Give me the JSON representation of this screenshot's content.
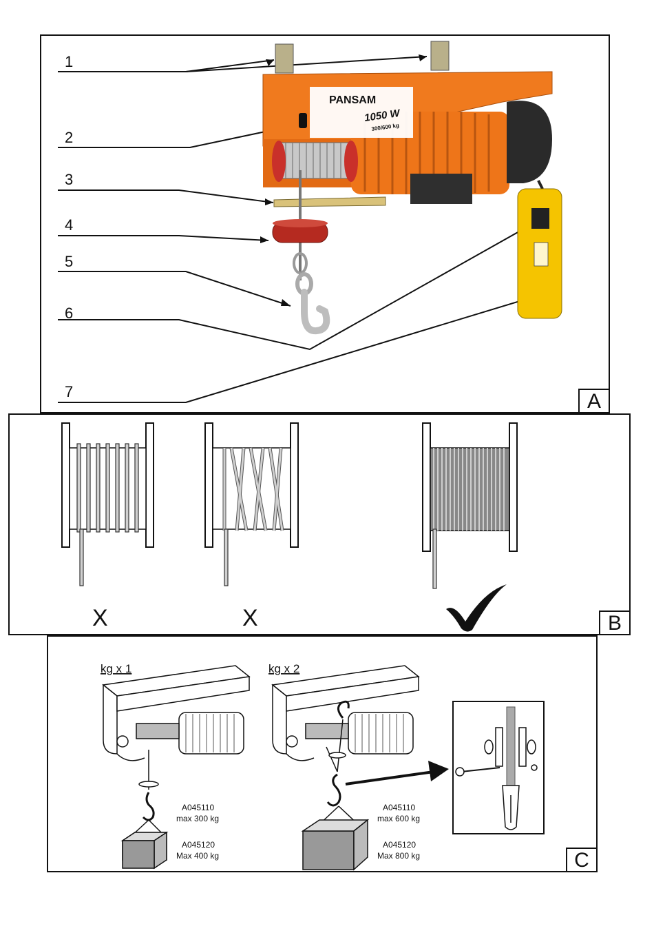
{
  "panels": {
    "a": {
      "letter": "A",
      "callouts": [
        "1",
        "2",
        "3",
        "4",
        "5",
        "6",
        "7"
      ],
      "hoist_brand": "PANSAM",
      "hoist_power": "1050 W",
      "hoist_capacity": "300/600 kg",
      "colors": {
        "body": "#f07a1e",
        "motor_cap": "#2a2a2a",
        "pendant": "#f5c400",
        "stopper": "#b52a20",
        "hook": "#c9c9c9"
      }
    },
    "b": {
      "letter": "B",
      "marks": [
        "X",
        "X"
      ],
      "correct_mark": "check-mark"
    },
    "c": {
      "letter": "C",
      "left": {
        "heading": "kg x 1",
        "model1": "A045110",
        "max1": "max 300 kg",
        "model2": "A045120",
        "max2": "Max 400 kg"
      },
      "right": {
        "heading": "kg x 2",
        "model1": "A045110",
        "max1": "max 600 kg",
        "model2": "A045120",
        "max2": "Max 800 kg"
      }
    }
  }
}
